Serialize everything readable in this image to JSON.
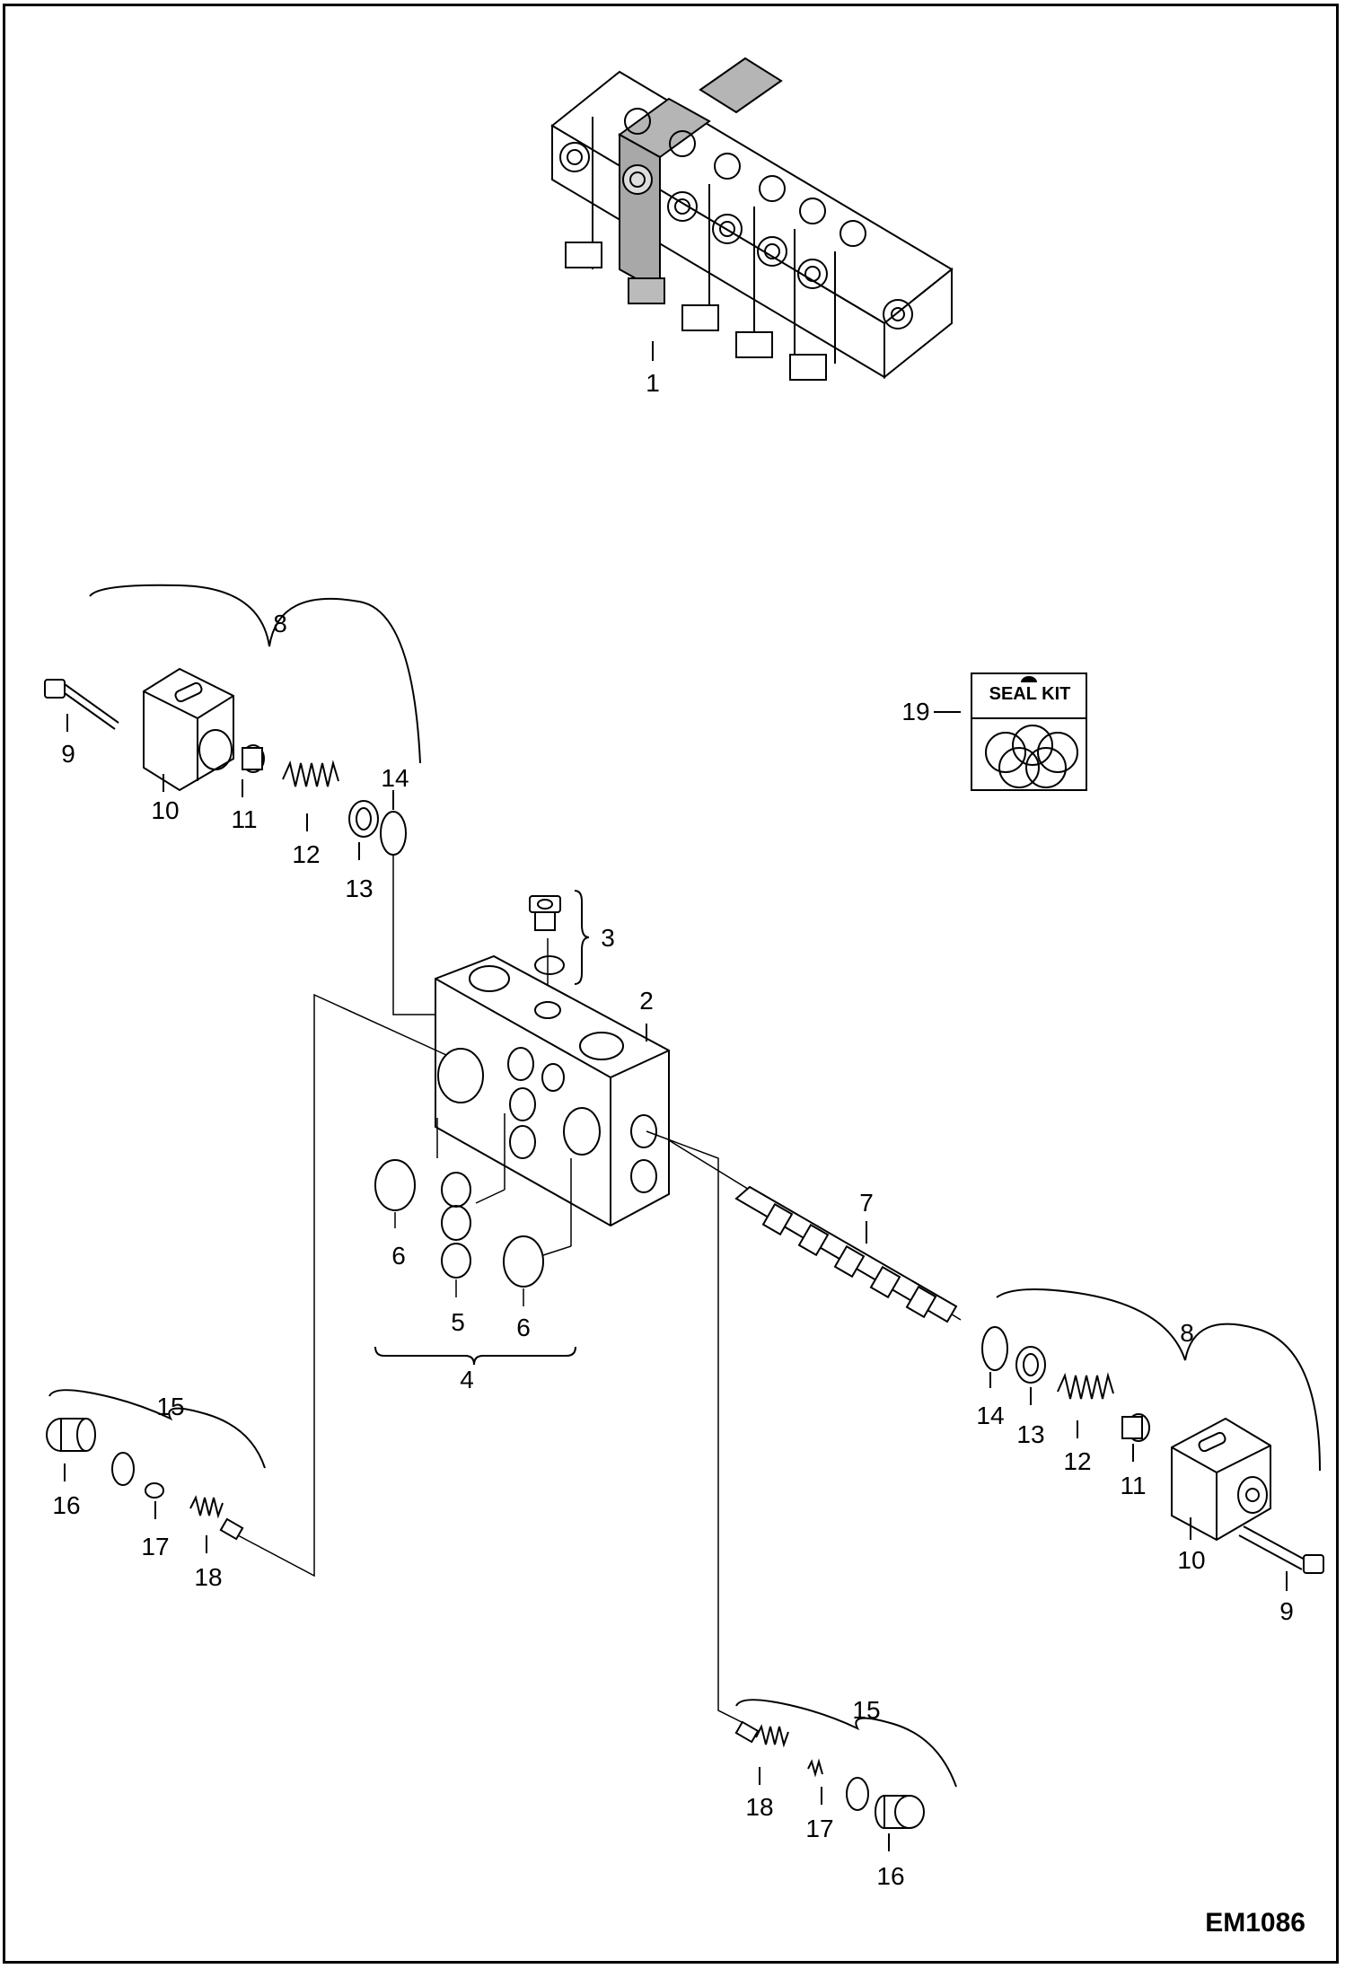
{
  "drawing_id": "EM1086",
  "seal_kit_label": "SEAL KIT",
  "callouts": {
    "c1": "1",
    "c2": "2",
    "c3": "3",
    "c4": "4",
    "c5": "5",
    "c6a": "6",
    "c6b": "6",
    "c7": "7",
    "c8a": "8",
    "c8b": "8",
    "c9a": "9",
    "c9b": "9",
    "c10a": "10",
    "c10b": "10",
    "c11a": "11",
    "c11b": "11",
    "c12a": "12",
    "c12b": "12",
    "c13a": "13",
    "c13b": "13",
    "c14a": "14",
    "c14b": "14",
    "c15a": "15",
    "c15b": "15",
    "c16a": "16",
    "c16b": "16",
    "c17a": "17",
    "c17b": "17",
    "c18a": "18",
    "c18b": "18",
    "c19": "19"
  }
}
